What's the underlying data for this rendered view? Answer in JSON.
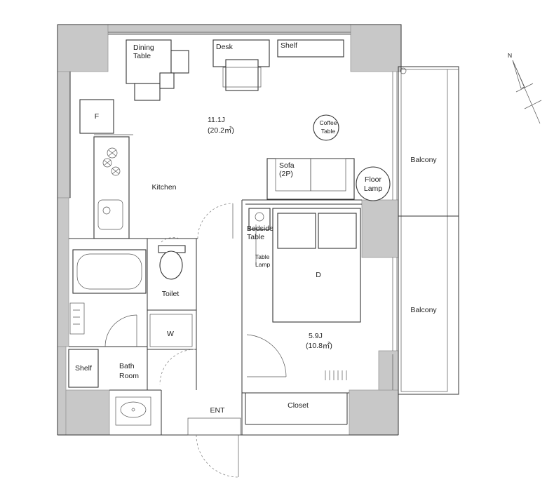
{
  "rooms": {
    "dining_table": [
      "Dining",
      "Table"
    ],
    "desk": "Desk",
    "shelf_top": "Shelf",
    "fridge": "F",
    "ldk_size": [
      "11.1J",
      "(20.2㎡)"
    ],
    "coffee_table": [
      "Coffee",
      "Table"
    ],
    "kitchen": "Kitchen",
    "sofa": [
      "Sofa",
      "(2P)"
    ],
    "floor_lamp": [
      "Floor",
      "Lamp"
    ],
    "balcony_top": "Balcony",
    "balcony_bottom": "Balcony",
    "bedside_table": [
      "Bedside",
      "Table"
    ],
    "table_lamp": [
      "Table",
      "Lamp"
    ],
    "bed": "D",
    "toilet": "Toilet",
    "washer": "W",
    "bedroom_size": [
      "5.9J",
      "(10.8㎡)"
    ],
    "shelf_bath": "Shelf",
    "bath_room": [
      "Bath",
      "Room"
    ],
    "entrance": "ENT",
    "closet": "Closet"
  },
  "compass": {
    "north_label": "N"
  }
}
